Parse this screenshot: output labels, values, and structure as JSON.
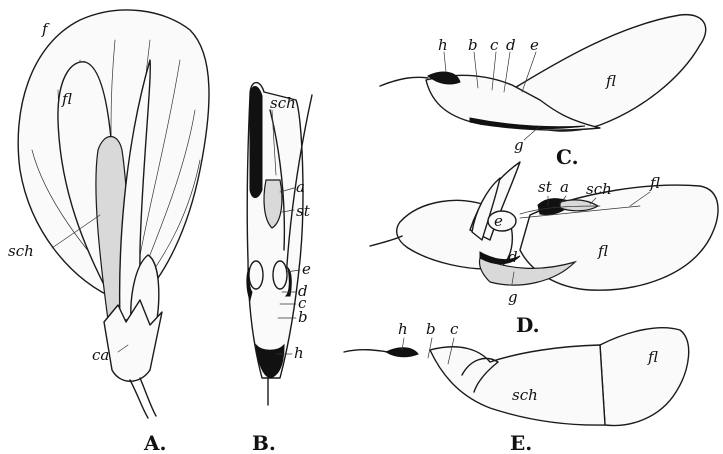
{
  "figure": {
    "captions": {
      "A": "A.",
      "B": "B.",
      "C": "C.",
      "D": "D.",
      "E": "E."
    },
    "labels": {
      "A": {
        "f": "f",
        "fl": "fl",
        "sch": "sch",
        "ca": "ca"
      },
      "B": {
        "sch": "sch",
        "a": "a",
        "st": "st",
        "e": "e",
        "d": "d",
        "c": "c",
        "b": "b",
        "h": "h"
      },
      "C": {
        "h": "h",
        "b": "b",
        "c": "c",
        "d": "d",
        "e": "e",
        "fl": "fl",
        "g": "g"
      },
      "D": {
        "st": "st",
        "a": "a",
        "sch": "sch",
        "fl_top": "fl",
        "e": "e",
        "fl": "fl",
        "d": "d",
        "g": "g"
      },
      "E": {
        "h": "h",
        "b": "b",
        "c": "c",
        "fl": "fl",
        "sch": "sch"
      }
    }
  }
}
